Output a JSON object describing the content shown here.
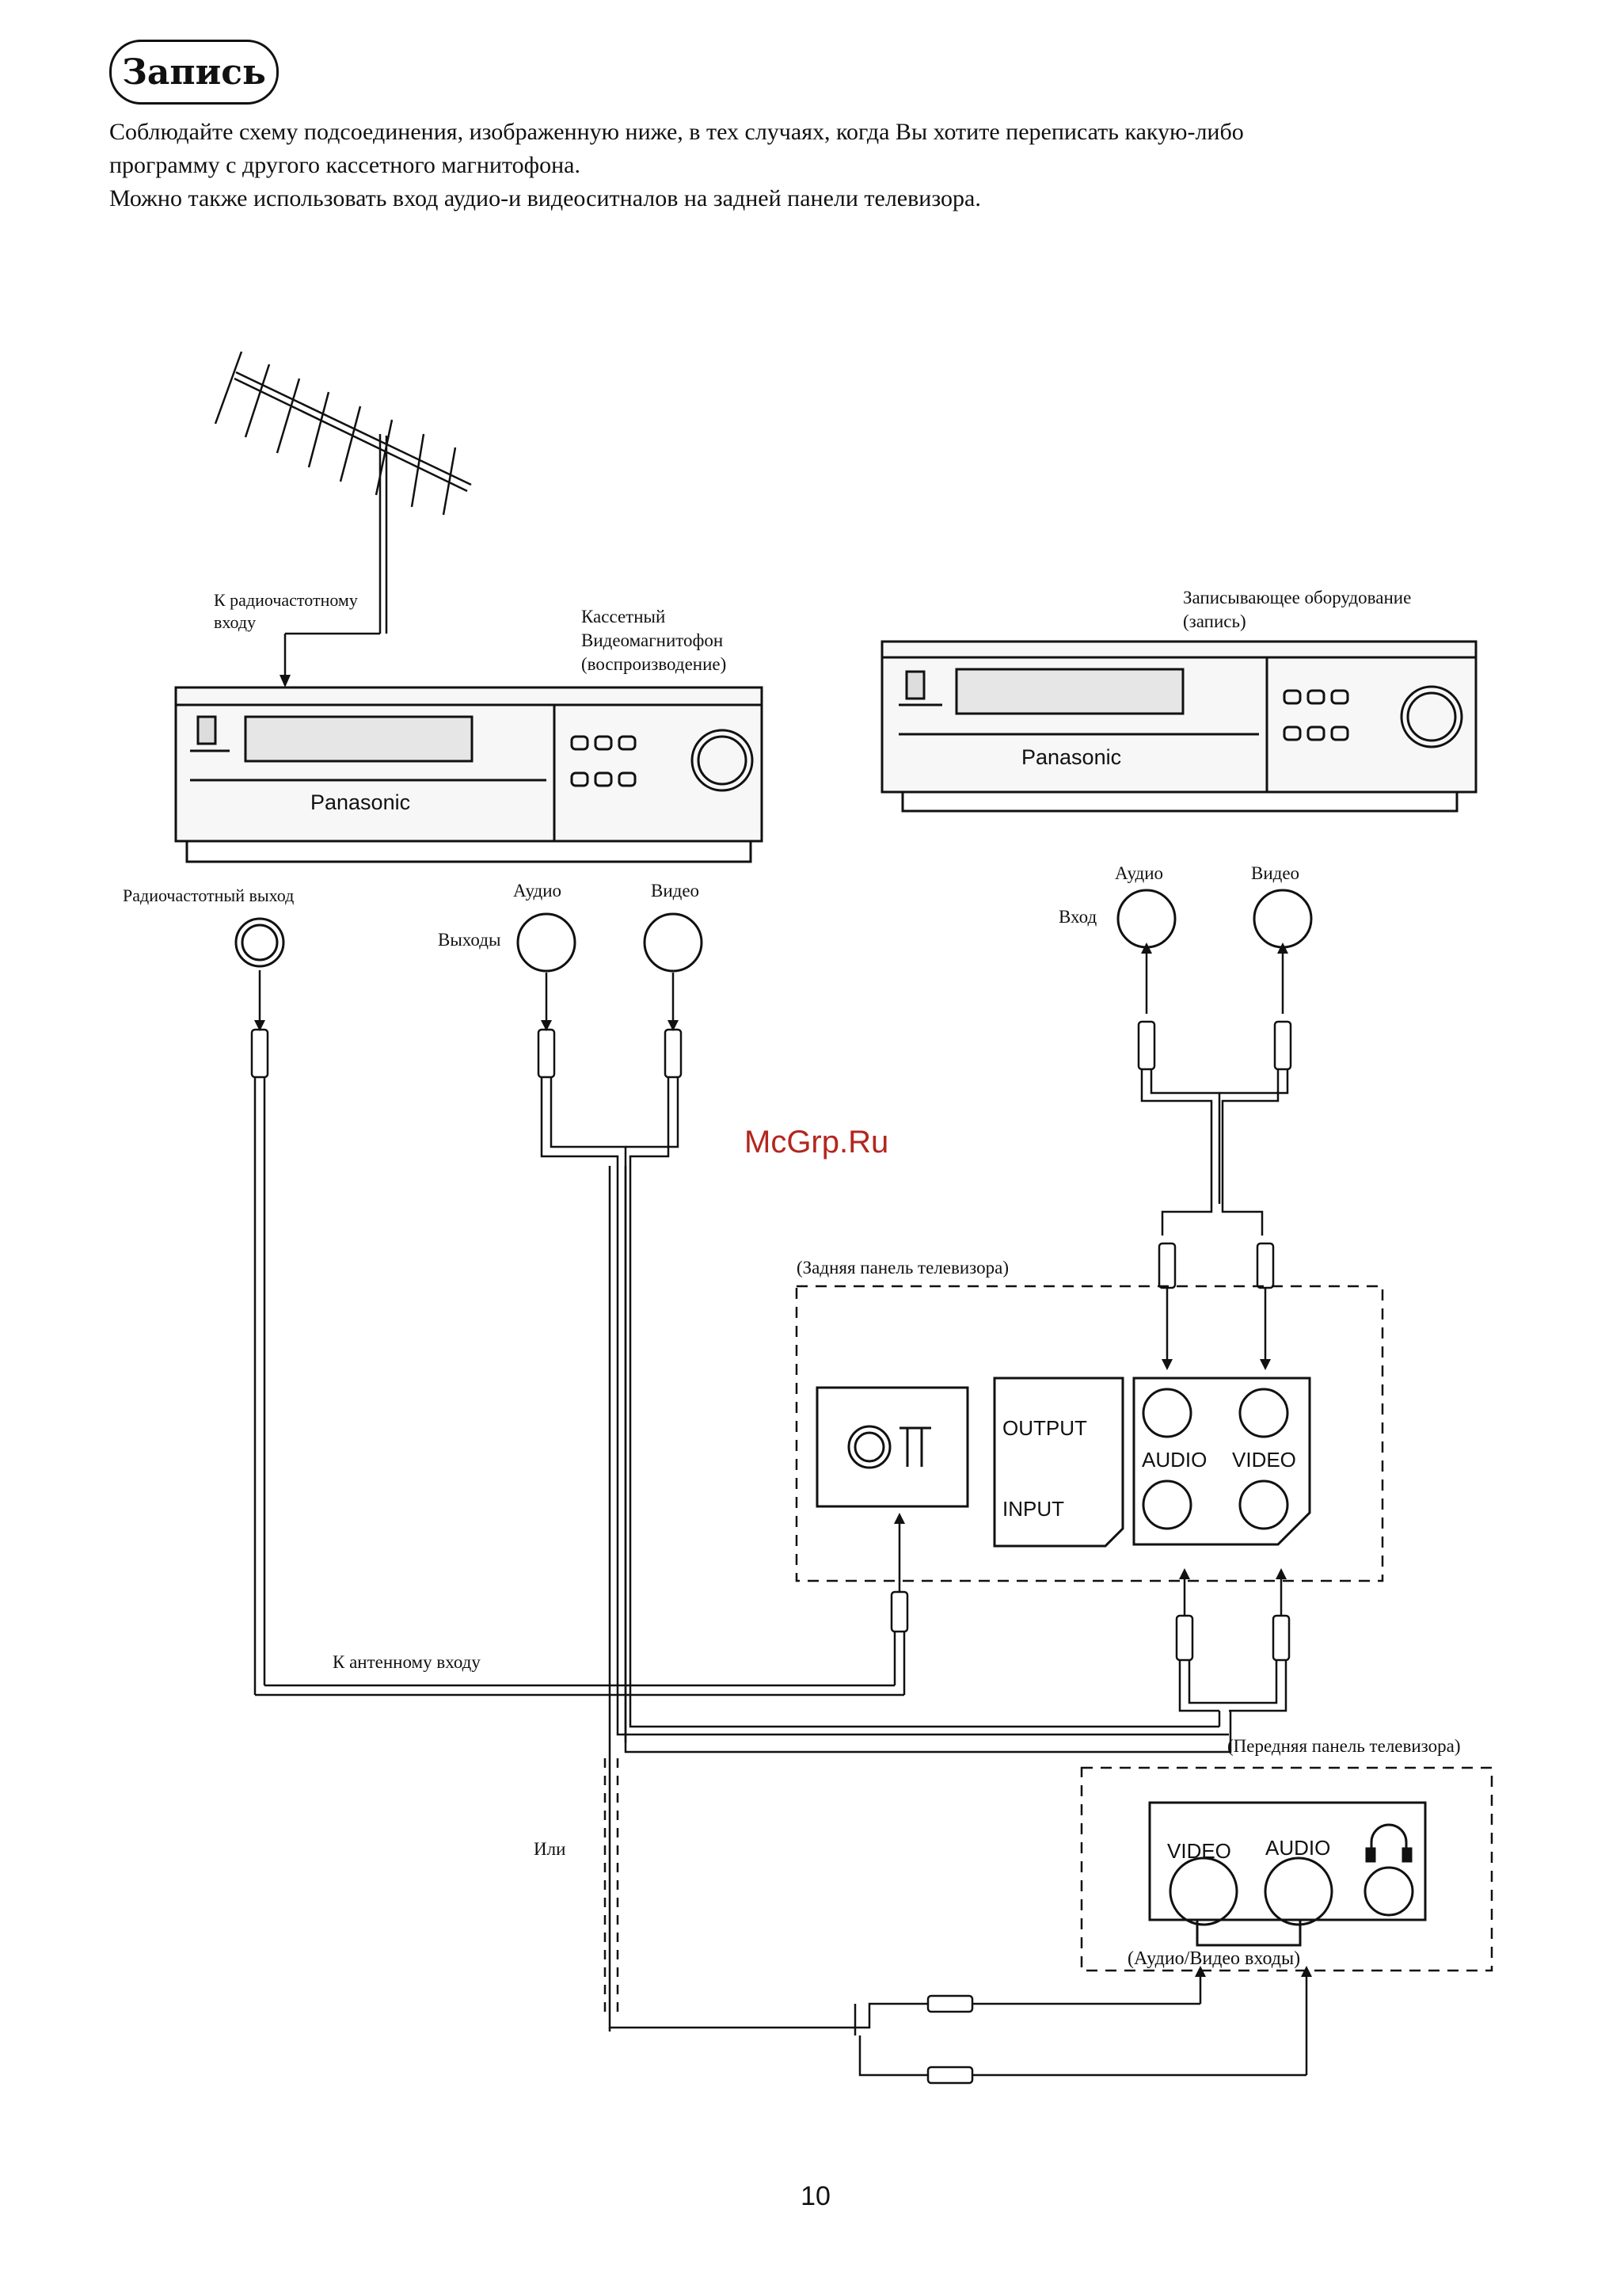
{
  "title": "Запись",
  "intro": {
    "line1": "Соблюдайте схему подсоединения, изображенную ниже, в тех случаях, когда Вы хотите переписать какую-либо",
    "line2": "программу с другого кассетного магнитофона.",
    "line3": "Можно также использовать вход аудио-и видеоситналов на задней панели телевизора."
  },
  "diagram": {
    "rf_input_label_1": "К радиочастотному",
    "rf_input_label_2": "входу",
    "source_vcr_label_1": "Кассетный",
    "source_vcr_label_2": "Видеомагнитофон",
    "source_vcr_label_3": "(воспроизводение)",
    "source_brand": "Panasonic",
    "recorder_label_1": "Записывающее оборудование",
    "recorder_label_2": "(запись)",
    "recorder_brand": "Panasonic",
    "rf_output_label": "Радиочастотный выход",
    "audio_out_label": "Аудио",
    "video_out_label": "Видео",
    "outputs_label": "Выходы",
    "audio_in_label": "Аудио",
    "video_in_label": "Видео",
    "input_label": "Вход",
    "watermark": "McGrp.Ru",
    "tv_rear_label": "(Задняя панель телевизора)",
    "output_label": "OUTPUT",
    "input_panel_label": "INPUT",
    "rear_audio_label": "AUDIO",
    "rear_video_label": "VIDEO",
    "antenna_input_label": "К антенному входу",
    "tv_front_label": "(Передняя панель телевизора)",
    "or_label": "Или",
    "front_video_label": "VIDEO",
    "front_audio_label": "AUDIO",
    "av_inputs_label": "(Аудио/Видео входы)"
  },
  "page_number": "10"
}
